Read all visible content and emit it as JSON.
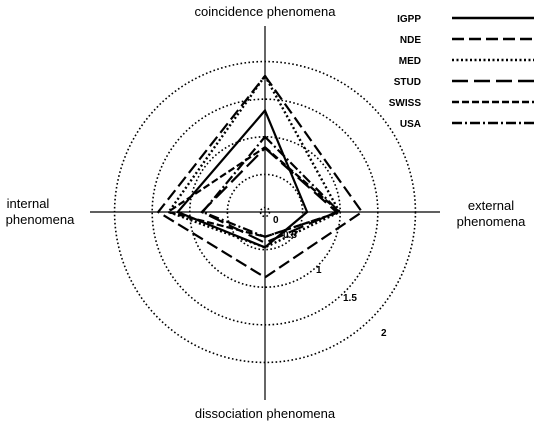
{
  "chart_data": {
    "type": "radar",
    "axes": [
      {
        "key": "top",
        "label_lines": [
          "coincidence phenomena"
        ]
      },
      {
        "key": "right",
        "label_lines": [
          "external",
          "phenomena"
        ]
      },
      {
        "key": "bottom",
        "label_lines": [
          "dissociation phenomena"
        ]
      },
      {
        "key": "left",
        "label_lines": [
          "internal",
          "phenomena"
        ]
      }
    ],
    "axis_order": [
      "top",
      "right",
      "bottom",
      "left"
    ],
    "rings": [
      0,
      0.5,
      1,
      1.5,
      2
    ],
    "tick_labels": [
      "0",
      "0.5",
      "1",
      "1.5",
      "2"
    ],
    "rmax": 2.3,
    "series": [
      {
        "name": "IGPP",
        "dash": "solid",
        "values": [
          1.35,
          0.56,
          0.47,
          1.16
        ]
      },
      {
        "name": "NDE",
        "dash": "longdash",
        "values": [
          1.81,
          1.29,
          0.87,
          1.42
        ]
      },
      {
        "name": "MED",
        "dash": "dotted",
        "values": [
          1.81,
          0.99,
          0.47,
          1.28
        ]
      },
      {
        "name": "STUD",
        "dash": "longgap",
        "values": [
          0.85,
          0.95,
          0.41,
          0.84
        ]
      },
      {
        "name": "SWISS",
        "dash": "dashed",
        "values": [
          0.86,
          0.99,
          0.33,
          1.29
        ]
      },
      {
        "name": "USA",
        "dash": "dashdot",
        "values": [
          1.0,
          0.99,
          0.33,
          0.83
        ]
      }
    ],
    "legend_position": "top-right"
  }
}
